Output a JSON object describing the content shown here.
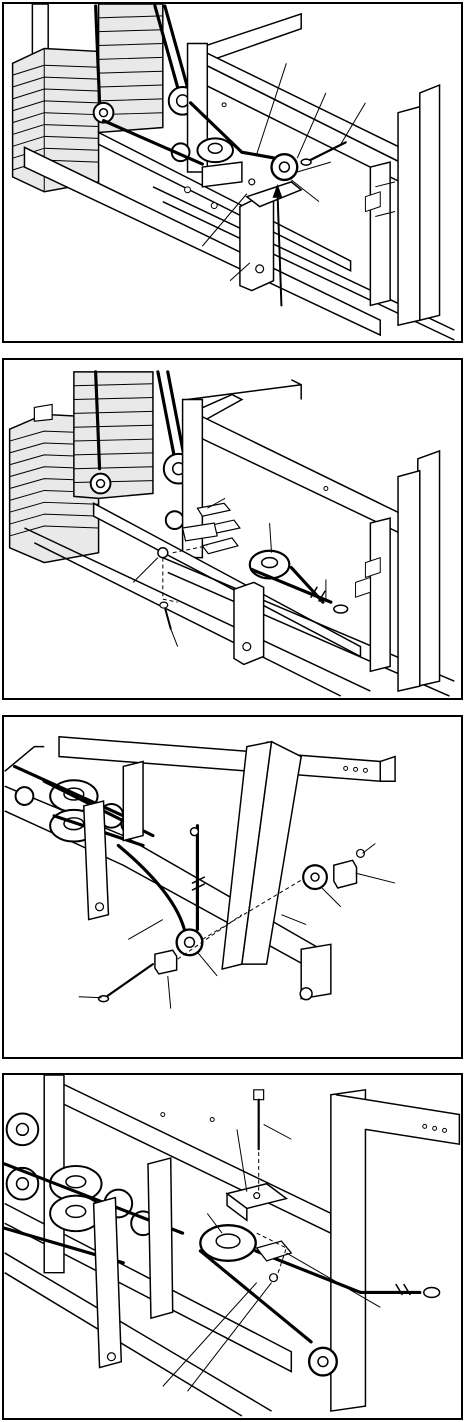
{
  "diagram": {
    "panels": [
      {
        "id": "panel-1"
      },
      {
        "id": "panel-2"
      },
      {
        "id": "panel-3"
      },
      {
        "id": "panel-4"
      }
    ]
  }
}
